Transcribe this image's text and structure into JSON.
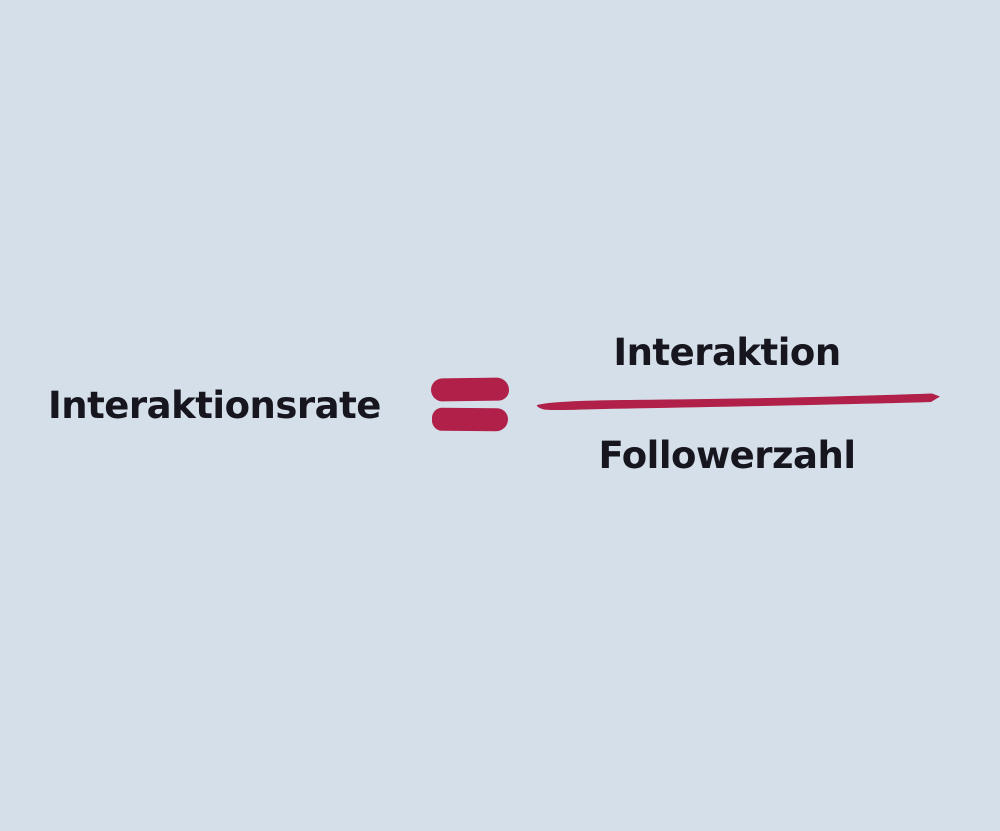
{
  "graphic": {
    "lhs": "Interaktionsrate",
    "numerator": "Interaktion",
    "denominator": "Followerzahl",
    "equals_icon": "hand-drawn-equals-sign",
    "fraction_bar_icon": "hand-drawn-brush-stroke"
  },
  "colors": {
    "background": "#d4dfe9",
    "text": "#17161f",
    "accent": "#b02048"
  }
}
